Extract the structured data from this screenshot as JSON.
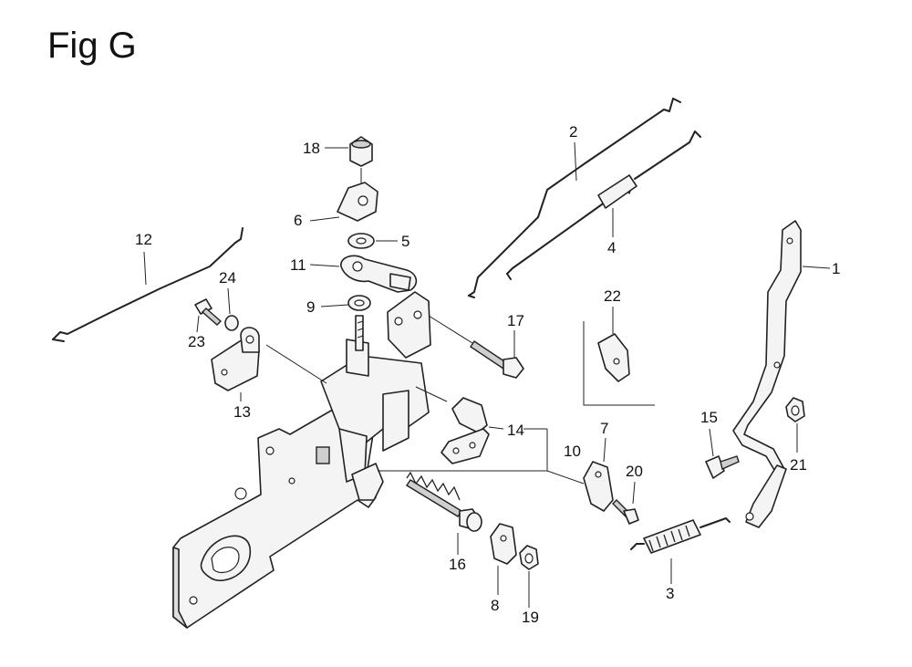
{
  "figure": {
    "title": "Fig G"
  },
  "callouts": [
    "1",
    "2",
    "3",
    "4",
    "5",
    "6",
    "7",
    "8",
    "9",
    "10",
    "11",
    "12",
    "13",
    "14",
    "15",
    "16",
    "17",
    "18",
    "19",
    "20",
    "21",
    "22",
    "23",
    "24"
  ]
}
